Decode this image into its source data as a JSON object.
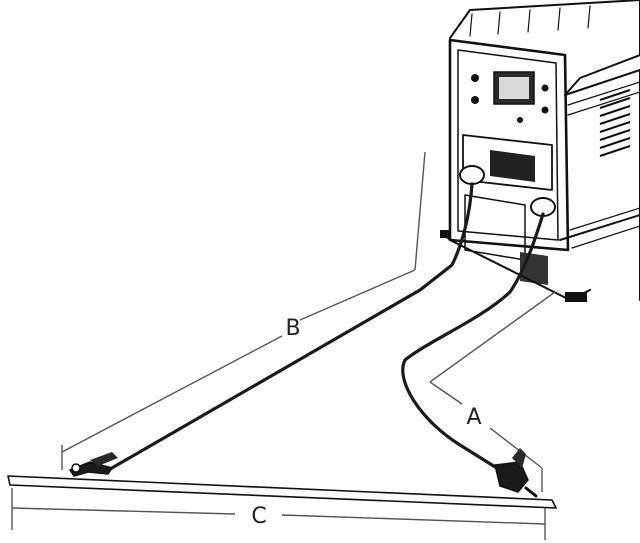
{
  "labels": {
    "a": "A",
    "b": "B",
    "c": "C"
  },
  "colors": {
    "ink": "#111111",
    "cable": "#1a1a1a",
    "dimension_line": "#555555",
    "background": "#ffffff"
  }
}
